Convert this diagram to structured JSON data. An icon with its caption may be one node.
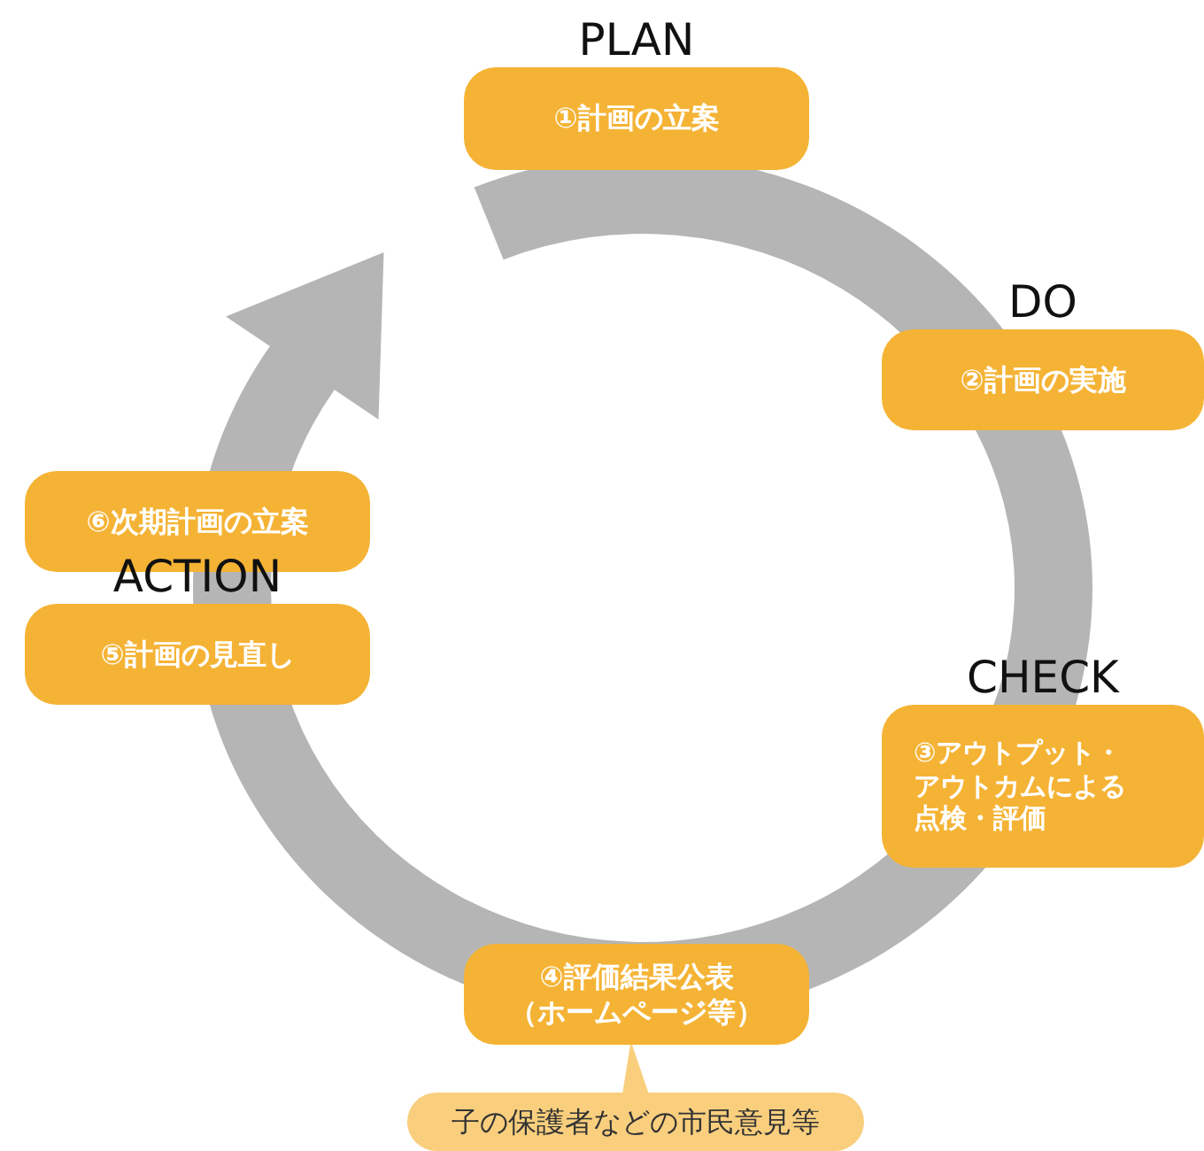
{
  "diagram": {
    "nodes": [
      {
        "text": [
          "PLAN",
          "①計画の立案"
        ]
      },
      {
        "text": [
          "DO",
          "②計画の実施"
        ]
      },
      {
        "text": [
          "CHECK",
          "③アウトプット・アウトカムによる点検・評価"
        ]
      },
      {
        "text": [
          "④評価結果公表（ホームページ等）"
        ]
      },
      {
        "text": [
          "子の保護者などの市民意見等"
        ]
      },
      {
        "text": [
          "⑥次期計画の立案"
        ]
      },
      {
        "text": [
          "ACTION",
          "⑤計画の見直し"
        ]
      }
    ],
    "edges": [
      {
        "from": 4,
        "to": 3,
        "arrow": "none"
      }
    ]
  }
}
